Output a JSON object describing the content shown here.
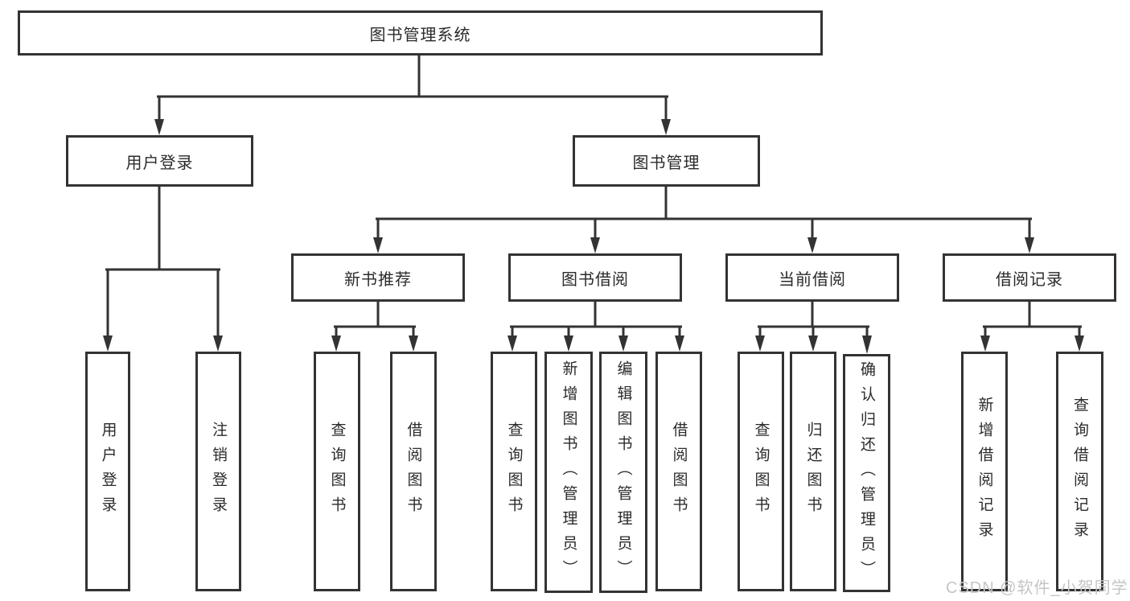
{
  "nodes": {
    "root": "图书管理系统",
    "l2": [
      {
        "label": "用户登录"
      },
      {
        "label": "图书管理"
      }
    ],
    "l3": [
      {
        "label": "新书推荐"
      },
      {
        "label": "图书借阅"
      },
      {
        "label": "当前借阅"
      },
      {
        "label": "借阅记录"
      }
    ],
    "leaves": {
      "user_login": [
        "用户登录",
        "注销登录"
      ],
      "new_book": [
        "查询图书",
        "借阅图书"
      ],
      "book_borrow": [
        "查询图书",
        "新增图书（管理员）",
        "编辑图书（管理员）",
        "借阅图书"
      ],
      "current_borrow": [
        "查询图书",
        "归还图书",
        "确认归还（管理员）"
      ],
      "borrow_record": [
        "新增借阅记录",
        "查询借阅记录"
      ]
    }
  },
  "watermark": "CSDN @软件_小贺同学",
  "colors": {
    "line": "#333333",
    "box_border": "#333333",
    "text": "#2b2b2b",
    "watermark": "#c5c5c5",
    "background": "#ffffff"
  }
}
